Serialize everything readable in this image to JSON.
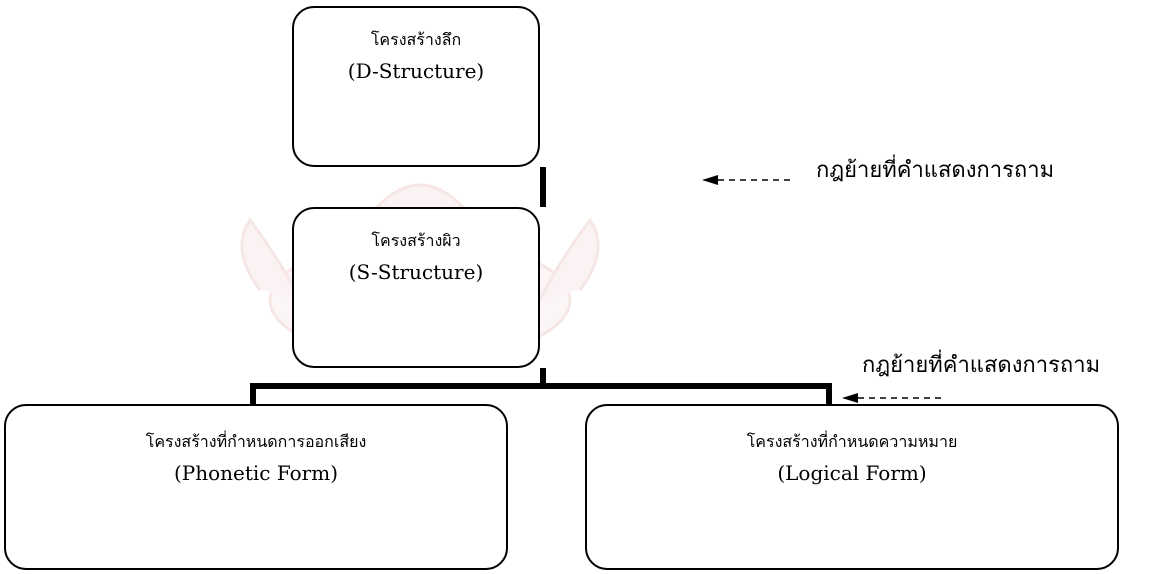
{
  "diagram": {
    "nodes": {
      "d_structure": {
        "thai_label": "โครงสร้างลึก",
        "english_label": "(D-Structure)"
      },
      "s_structure": {
        "thai_label": "โครงสร้างผิว",
        "english_label": "(S-Structure)"
      },
      "phonetic_form": {
        "thai_label": "โครงสร้างที่กำหนดการออกเสียง",
        "english_label": "(Phonetic Form)"
      },
      "logical_form": {
        "thai_label": "โครงสร้างที่กำหนดความหมาย",
        "english_label": "(Logical Form)"
      }
    },
    "annotations": {
      "rule_1": "กฎย้ายที่คำแสดงการถาม",
      "rule_2": "กฎย้ายที่คำแสดงการถาม"
    },
    "colors": {
      "line": "#000000",
      "box_border": "#000000",
      "watermark": "#f2c9c9"
    }
  }
}
